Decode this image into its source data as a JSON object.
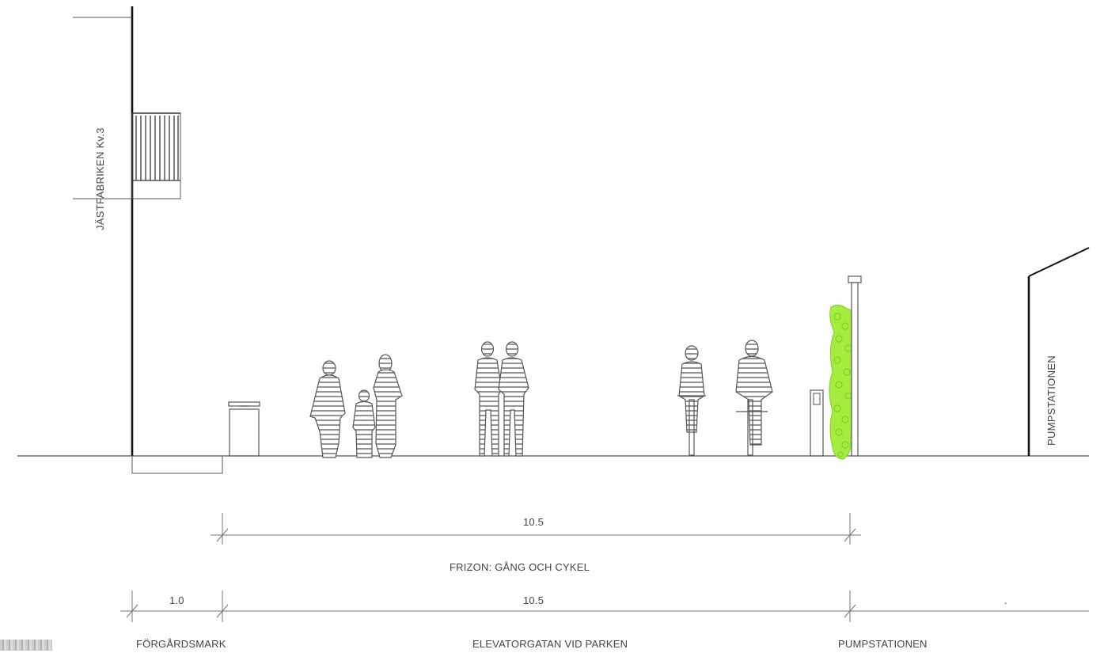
{
  "labels": {
    "building_left": "JÄSTFABRIKEN Kv.3",
    "building_right": "PUMPSTATIONEN",
    "zone_title": "FRIZON: GÅNG OCH CYKEL",
    "dim_upper": "10.5",
    "dim_lower_left": "1.0",
    "dim_lower_mid": "10.5",
    "section_forgardsmark": "FÖRGÅRDSMARK",
    "section_street": "ELEVATORGATAN VID PARKEN",
    "section_pumpstation": "PUMPSTATIONEN",
    "dot": "."
  },
  "colors": {
    "line": "#555555",
    "heavy": "#111111",
    "vegetation": "#a6ec3f",
    "vegetation_dark": "#7fcf2a",
    "hatch": "#666666"
  },
  "icons": [
    "trash-bin-icon",
    "pedestrian-icon",
    "cyclist-icon",
    "bollard-icon",
    "street-lamp-icon",
    "climbing-plant-icon"
  ]
}
